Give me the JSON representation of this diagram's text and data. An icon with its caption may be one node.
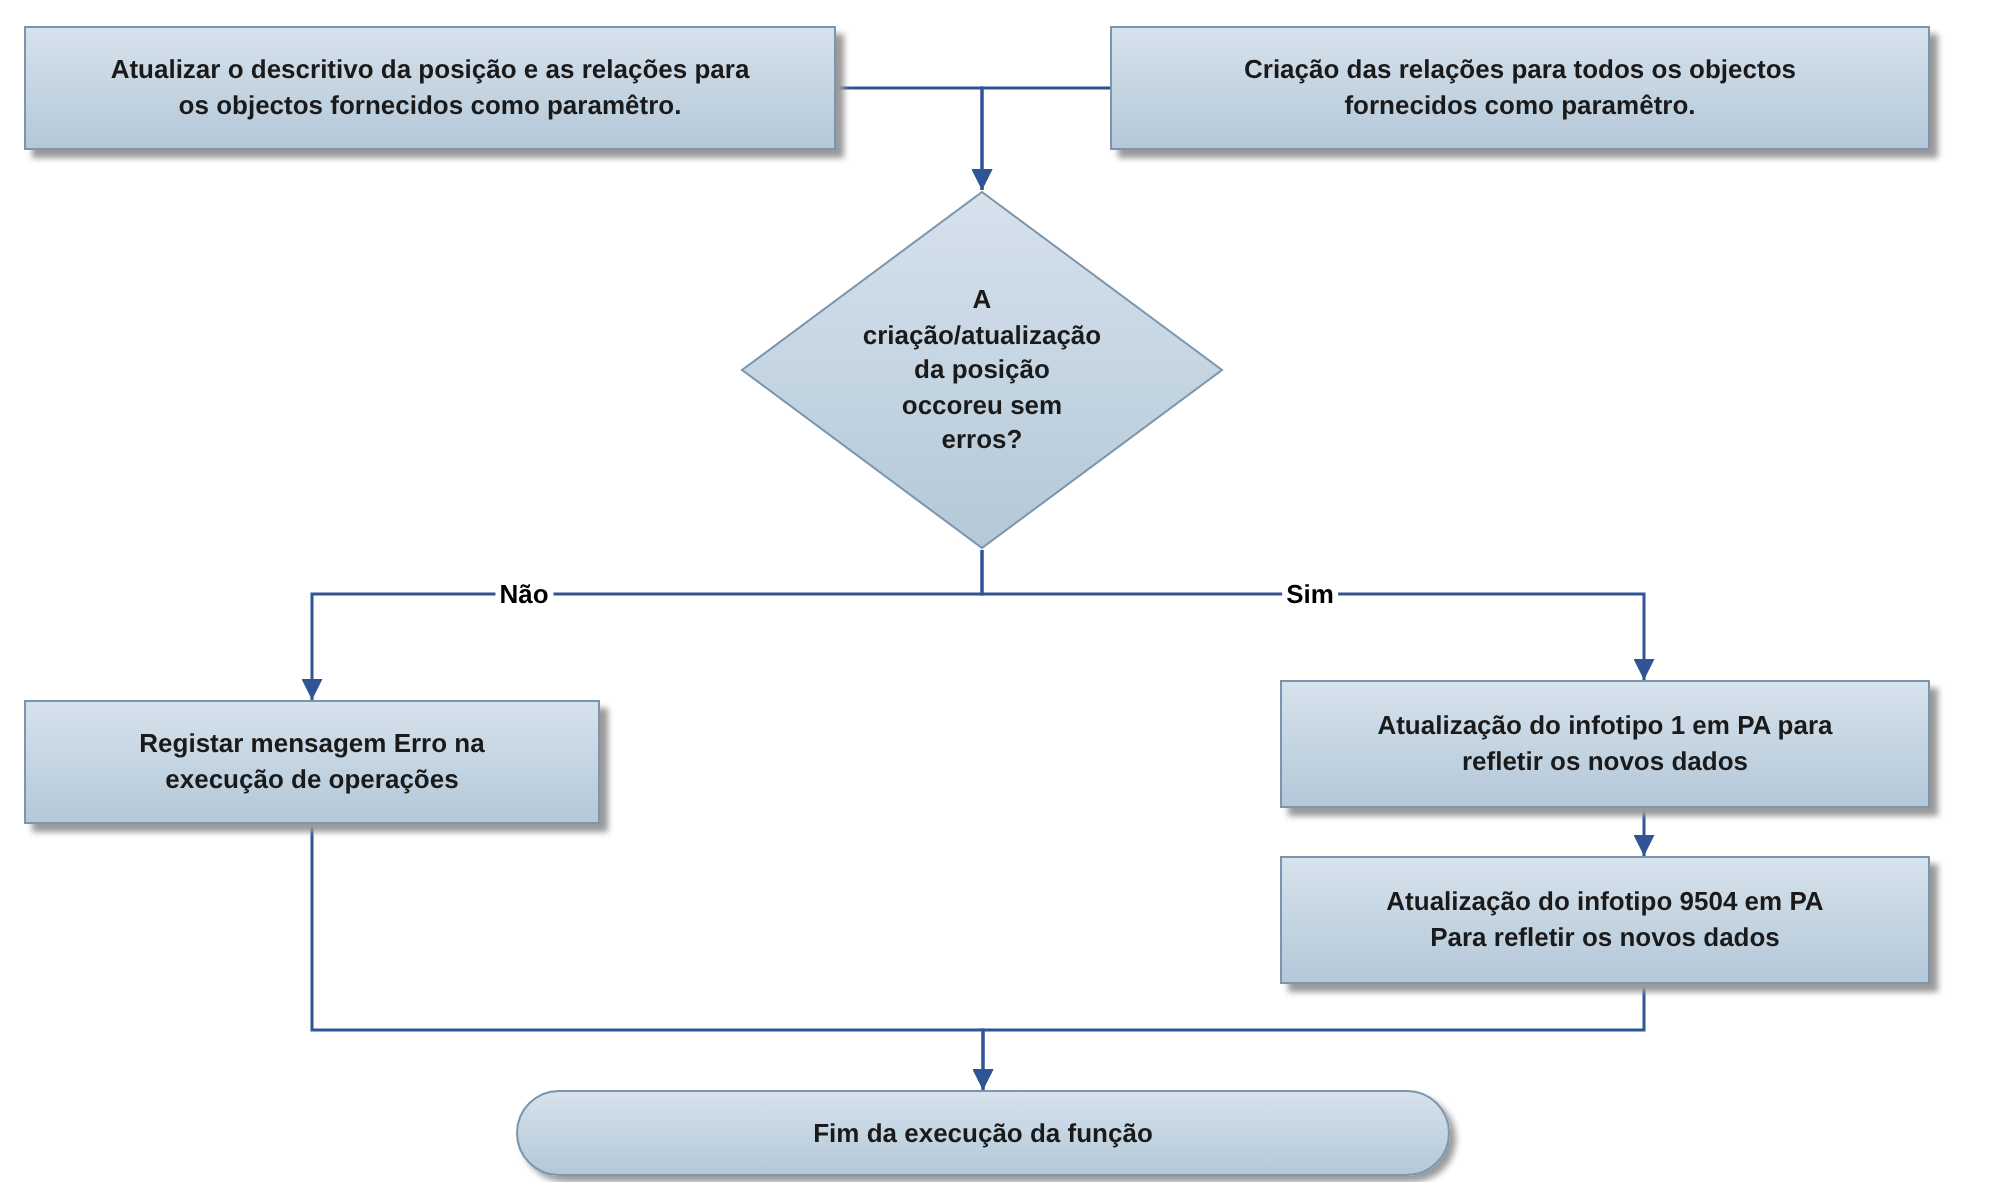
{
  "diagram": {
    "nodes": [
      {
        "text": [
          "Atualizar o descritivo da posição e as relações para os objectos fornecidos como paramêtro."
        ]
      },
      {
        "text": [
          "Criação das relações para todos os objectos fornecidos como paramêtro."
        ]
      },
      {
        "text": [
          "A criação/atualização da posição occoreu sem erros?"
        ]
      },
      {
        "text": [
          "Registar mensagem Erro na execução de operações"
        ]
      },
      {
        "text": [
          "Atualização do infotipo 1 em PA para refletir os novos dados"
        ]
      },
      {
        "text": [
          "Atualização do infotipo 9504 em PA Para refletir os novos dados"
        ]
      },
      {
        "text": [
          "Fim da execução da função"
        ]
      }
    ],
    "edges": [
      {
        "from": 0,
        "to": 2,
        "arrow": "to"
      },
      {
        "from": 1,
        "to": 2,
        "arrow": "to"
      },
      {
        "from": 2,
        "to": 3,
        "label": "Não",
        "arrow": "to"
      },
      {
        "from": 2,
        "to": 4,
        "label": "Sim",
        "arrow": "to"
      },
      {
        "from": 4,
        "to": 5,
        "arrow": "to"
      },
      {
        "from": 3,
        "to": 6,
        "arrow": "to"
      },
      {
        "from": 5,
        "to": 6,
        "arrow": "to"
      }
    ]
  }
}
